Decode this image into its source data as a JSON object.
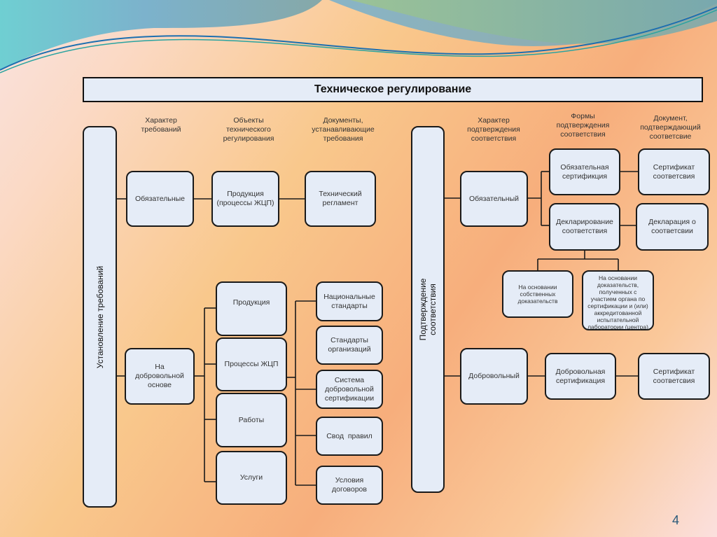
{
  "slide": {
    "title": "Техническое регулирование",
    "page_number": "4"
  },
  "left": {
    "vertical_label": "Установление требований",
    "headers": {
      "col1": "Характер\nтребований",
      "col2": "Объекты\nтехнического\nрегулирования",
      "col3": "Документы,\nустанавливающие\nтребования"
    },
    "mandatory": {
      "type": "Обязательные",
      "object": "Продукция\n(процессы ЖЦП)",
      "document": "Технический\nрегламент"
    },
    "voluntary": {
      "type": "На\nдобровольной\nоснове",
      "objects": [
        "Продукция",
        "Процессы ЖЦП",
        "Работы",
        "Услуги"
      ],
      "documents": [
        "Национальные\nстандарты",
        "Стандарты\nорганизаций",
        "Система\nдобровольной\nсертификации",
        "Свод  правил",
        "Условия\nдоговоров"
      ]
    }
  },
  "right": {
    "vertical_label": "Подтверждение\nсоответствия",
    "headers": {
      "col1": "Характер\nподтверждения\nсоответствия",
      "col2": "Формы\nподтверждения\nсоответствия",
      "col3": "Документ,\nподтверждающий\nсоответсвие"
    },
    "mandatory": {
      "type": "Обязательный",
      "forms": [
        "Обязательная\nсертификция",
        "Декларирование\nсоответствия"
      ],
      "documents": [
        "Сертификат\nсоответсвия",
        "Декларация о\nсоответсвии"
      ],
      "declaration_bases": [
        "На основании\nсобственных\nдоказательств",
        "На основании\nдоказательств,\nполученных с\nучастием органа по\nсертификации и (или)\nаккредитованной\nиспытательной\nлаборатории (центра)"
      ]
    },
    "voluntary": {
      "type": "Добровольный",
      "form": "Добровольная\nсертификация",
      "document": "Сертификат\nсоответсвия"
    }
  }
}
